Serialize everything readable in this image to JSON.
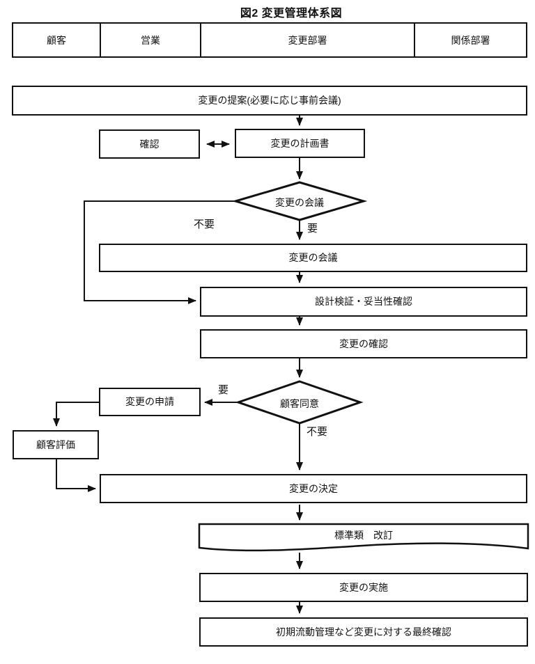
{
  "title": "図2 変更管理体系図",
  "lanes": [
    "顧客",
    "営業",
    "変更部署",
    "関係部署"
  ],
  "nodes": {
    "proposal": "変更の提案(必要に応じ事前会議)",
    "confirm": "確認",
    "plan_doc": "変更の計画書",
    "meeting_decision": "変更の会議",
    "meeting": "変更の会議",
    "design_verify": "設計検証・妥当性確認",
    "change_confirm": "変更の確認",
    "customer_consent": "顧客同意",
    "change_request": "変更の申請",
    "customer_eval": "顧客評価",
    "change_decide": "変更の決定",
    "standards_revision": "標準類　改訂",
    "implement": "変更の実施",
    "final_check": "初期流動管理など変更に対する最終確認"
  },
  "edge_labels": {
    "meeting_not_needed": "不要",
    "meeting_needed": "要",
    "consent_needed": "要",
    "consent_not_needed": "不要"
  },
  "colors": {
    "ink": "#111111",
    "background": "#ffffff"
  }
}
